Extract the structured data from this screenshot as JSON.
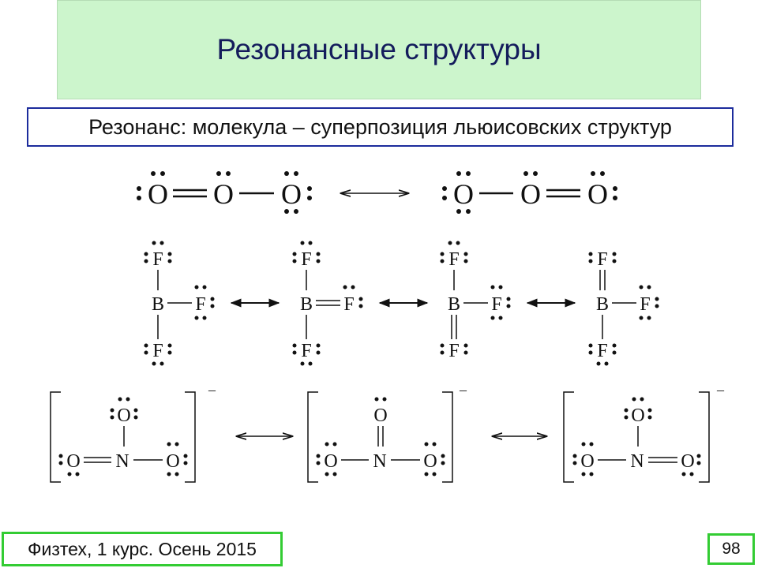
{
  "slide": {
    "title": "Резонансные структуры",
    "subtitle": "Резонанс: молекула – суперпозиция льюисовских структур"
  },
  "footer": {
    "course": "Физтех, 1 курс. Осень 2015",
    "page_number": "98"
  },
  "structures": {
    "atom_o": "O",
    "atom_b": "B",
    "atom_f": "F",
    "atom_n": "N",
    "lone_pair": ":",
    "ion_charge": "–"
  }
}
